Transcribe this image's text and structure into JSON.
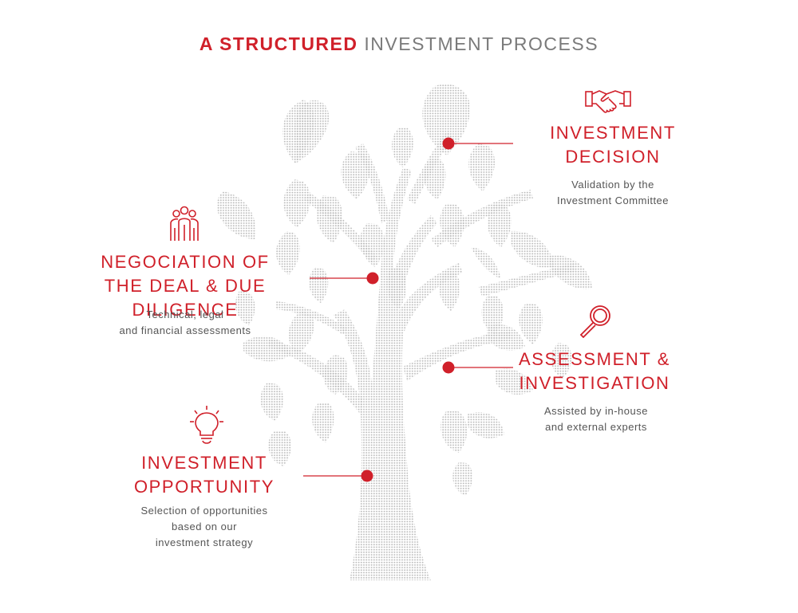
{
  "title": {
    "accent": "A STRUCTURED",
    "rest": " INVESTMENT PROCESS"
  },
  "colors": {
    "accent": "#d0202a",
    "tree_dots": "#b9b9b9",
    "text_gray": "#555555"
  },
  "stages": [
    {
      "id": "investment-decision",
      "icon": "handshake-icon",
      "heading": [
        "INVESTMENT",
        "DECISION"
      ],
      "description": [
        "Validation by the",
        "Investment Committee"
      ]
    },
    {
      "id": "negociation",
      "icon": "team-icon",
      "heading": [
        "NEGOCIATION OF",
        "THE DEAL & DUE DILIGENCE"
      ],
      "description": [
        "Technical, legal",
        "and financial assessments"
      ]
    },
    {
      "id": "assessment",
      "icon": "magnifier-icon",
      "heading": [
        "ASSESSMENT &",
        "INVESTIGATION"
      ],
      "description": [
        "Assisted by in-house",
        "and external experts"
      ]
    },
    {
      "id": "investment-opportunity",
      "icon": "lightbulb-icon",
      "heading": [
        "INVESTMENT",
        "OPPORTUNITY"
      ],
      "description": [
        "Selection of opportunities",
        "based on our",
        "investment strategy"
      ]
    }
  ]
}
